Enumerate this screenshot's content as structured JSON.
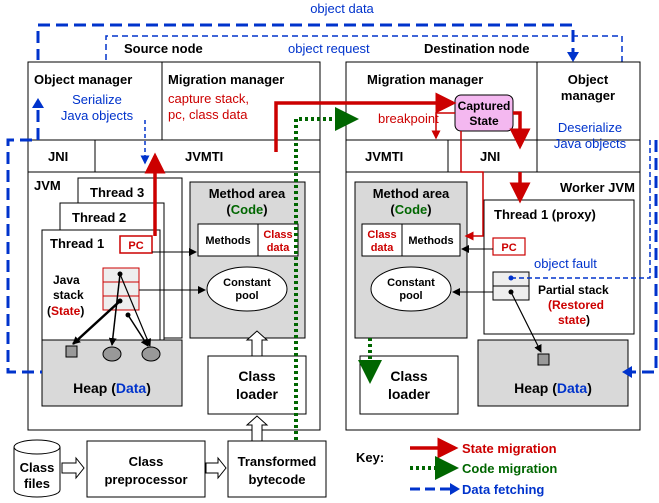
{
  "labels": {
    "object_data": "object data",
    "object_request": "object request",
    "source_node": "Source node",
    "destination_node": "Destination node",
    "object_manager_src": "Object manager",
    "serialize_1": "Serialize",
    "serialize_2": "Java objects",
    "migration_manager_src": "Migration manager",
    "capture_1": "capture stack,",
    "capture_2": "pc, class data",
    "migration_manager_dst": "Migration manager",
    "captured_1": "Captured",
    "captured_2": "State",
    "breakpoint": "breakpoint",
    "object_manager_dst_1": "Object",
    "object_manager_dst_2": "manager",
    "deserialize_1": "Deserialize",
    "deserialize_2": "Java objects",
    "jni_src": "JNI",
    "jvmti_src": "JVMTI",
    "jvmti_dst": "JVMTI",
    "jni_dst": "JNI",
    "jvm": "JVM",
    "thread3": "Thread 3",
    "thread2": "Thread 2",
    "thread1": "Thread 1",
    "pc_src": "PC",
    "java_stack_1": "Java",
    "java_stack_2": "stack",
    "state_open": "(",
    "state_word": "State",
    "state_close": ")",
    "method_area_src": "Method area",
    "code_src_open": "(",
    "code_src_word": "Code",
    "code_src_close": ")",
    "methods_src": "Methods",
    "class_data_src_1": "Class",
    "class_data_src_2": "data",
    "constant_pool_src_1": "Constant",
    "constant_pool_src_2": "pool",
    "heap_src_word": "Heap (",
    "heap_src_data": "Data",
    "heap_src_close": ")",
    "class_loader_src_1": "Class",
    "class_loader_src_2": "loader",
    "method_area_dst": "Method area",
    "code_dst_open": "(",
    "code_dst_word": "Code",
    "code_dst_close": ")",
    "class_data_dst_1": "Class",
    "class_data_dst_2": "data",
    "methods_dst": "Methods",
    "constant_pool_dst_1": "Constant",
    "constant_pool_dst_2": "pool",
    "class_loader_dst_1": "Class",
    "class_loader_dst_2": "loader",
    "worker_jvm": "Worker JVM",
    "thread1_proxy": "Thread 1 (proxy)",
    "pc_dst": "PC",
    "object_fault": "object fault",
    "partial_stack": "Partial stack",
    "restored_1": "(Restored",
    "restored_2": "state",
    "restored_close": ")",
    "heap_dst_word": "Heap (",
    "heap_dst_data": "Data",
    "heap_dst_close": ")",
    "class_files_1": "Class",
    "class_files_2": "files",
    "class_preprocessor_1": "Class",
    "class_preprocessor_2": "preprocessor",
    "transformed_1": "Transformed",
    "transformed_2": "bytecode",
    "key": "Key:",
    "key_state": "State migration",
    "key_code": "Code migration",
    "key_data": "Data fetching"
  },
  "colors": {
    "state": "#cc0000",
    "code": "#006600",
    "data": "#0033cc",
    "box_gray": "#d9d9d9",
    "captured_fill": "#f4b8f0"
  }
}
